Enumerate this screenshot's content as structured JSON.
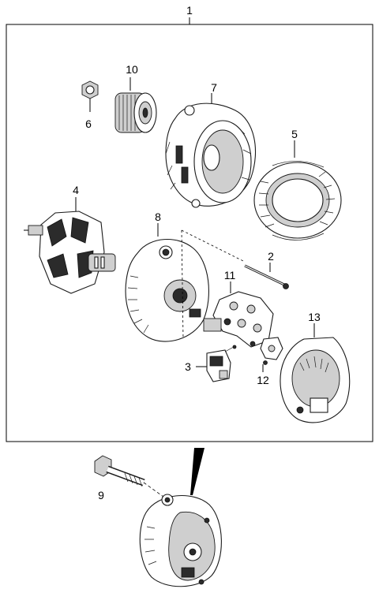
{
  "callouts": {
    "c1": "1",
    "c2": "2",
    "c3": "3",
    "c4": "4",
    "c5": "5",
    "c6": "6",
    "c7": "7",
    "c8": "8",
    "c9": "9",
    "c10": "10",
    "c11": "11",
    "c12": "12",
    "c13": "13"
  },
  "colors": {
    "line": "#000000",
    "shade": "#cfcfcf",
    "dark": "#2b2b2b",
    "background": "#ffffff"
  },
  "parts": [
    {
      "callout": "1",
      "part": "alternator-assembly-kit"
    },
    {
      "callout": "2",
      "part": "through-bolt"
    },
    {
      "callout": "3",
      "part": "brush-holder"
    },
    {
      "callout": "4",
      "part": "rotor"
    },
    {
      "callout": "5",
      "part": "stator"
    },
    {
      "callout": "6",
      "part": "pulley-nut"
    },
    {
      "callout": "7",
      "part": "front-bracket"
    },
    {
      "callout": "8",
      "part": "rear-bracket"
    },
    {
      "callout": "9",
      "part": "mounting-bolt"
    },
    {
      "callout": "10",
      "part": "pulley"
    },
    {
      "callout": "11",
      "part": "rectifier"
    },
    {
      "callout": "12",
      "part": "regulator-terminal"
    },
    {
      "callout": "13",
      "part": "rear-cover"
    }
  ]
}
